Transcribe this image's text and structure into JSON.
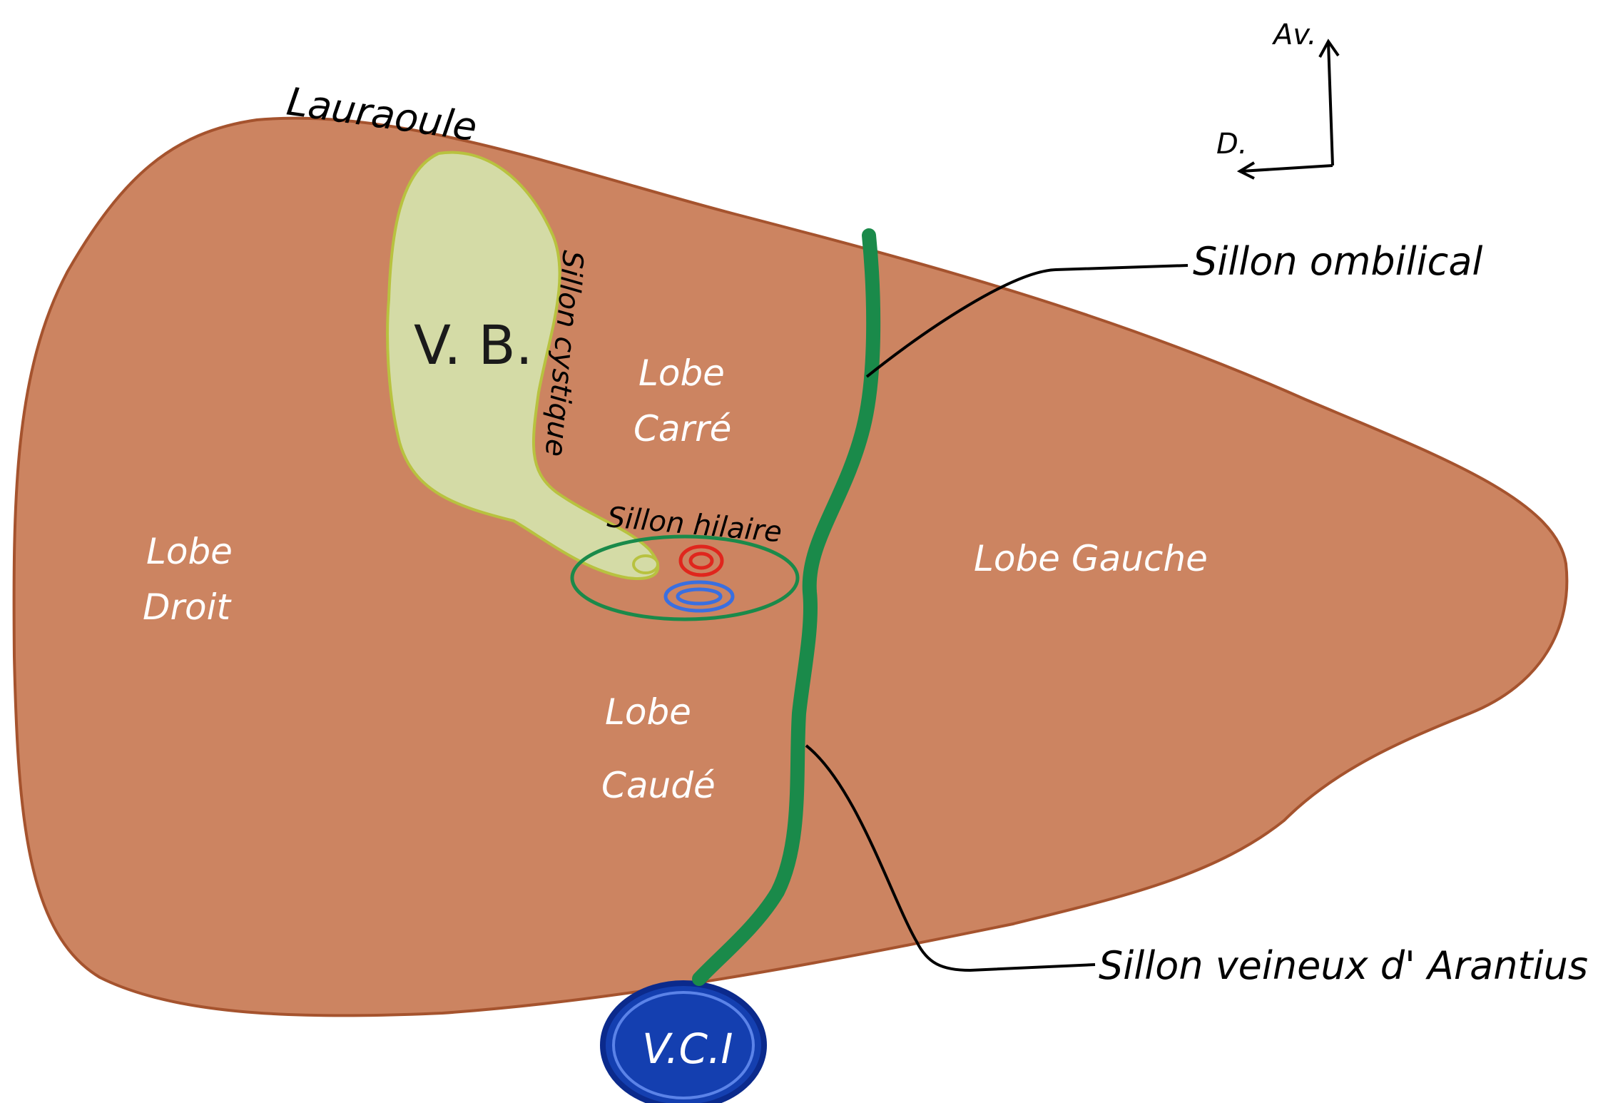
{
  "orientation": {
    "anterior": "Av.",
    "right": "D."
  },
  "labels": {
    "lauraoule": "Lauraoule",
    "vb": "V. B.",
    "sillon_cystique": "Sillon cystique",
    "lobe_carre": [
      "Lobe",
      "Carré"
    ],
    "lobe_droit": [
      "Lobe",
      "Droit"
    ],
    "lobe_gauche": "Lobe Gauche",
    "lobe_caude": [
      "Lobe",
      "Caudé"
    ],
    "sillon_hilaire": "Sillon hilaire",
    "sillon_ombilical": "Sillon ombilical",
    "sillon_veineux": "Sillon veineux d' Arantius",
    "vci": "V.C.I"
  },
  "colors": {
    "liver_fill": "#cc8461",
    "liver_stroke": "#a5532e",
    "gallbladder_fill": "#d4dba6",
    "gallbladder_stroke": "#b8c23f",
    "groove_green": "#1a8a4a",
    "artery_red": "#e0261d",
    "portal_blue": "#3a6fe0",
    "vci_fill": "#143fb0",
    "vci_stroke": "#0b2a8c"
  }
}
